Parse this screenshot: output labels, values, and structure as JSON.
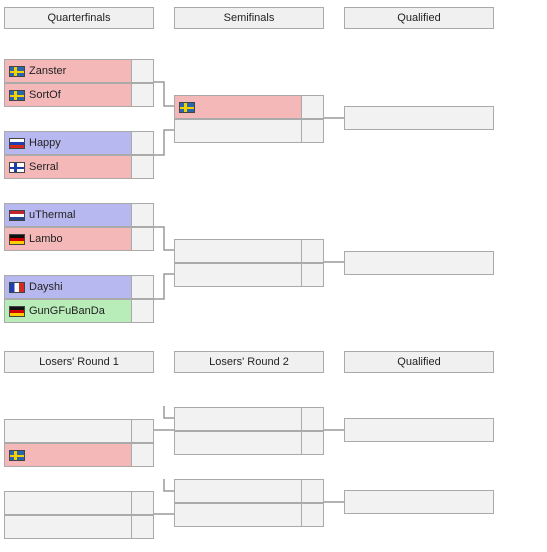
{
  "headers": {
    "quarterfinals": "Quarterfinals",
    "semifinals": "Semifinals",
    "qualified_top": "Qualified",
    "losers_round_1": "Losers' Round 1",
    "losers_round_2": "Losers' Round 2",
    "qualified_bottom": "Qualified"
  },
  "quarterfinals": [
    {
      "player": "Zanster",
      "flag": "sweden-flag-icon",
      "color": "#f4b8b8"
    },
    {
      "player": "SortOf",
      "flag": "sweden-flag-icon",
      "color": "#f4b8b8"
    },
    {
      "player": "Happy",
      "flag": "russia-flag-icon",
      "color": "#b8b8f0"
    },
    {
      "player": "Serral",
      "flag": "finland-flag-icon",
      "color": "#f4b8b8"
    },
    {
      "player": "uThermal",
      "flag": "netherlands-flag-icon",
      "color": "#b8b8f0"
    },
    {
      "player": "Lambo",
      "flag": "germany-flag-icon",
      "color": "#f4b8b8"
    },
    {
      "player": "Dayshi",
      "flag": "france-flag-icon",
      "color": "#b8b8f0"
    },
    {
      "player": "GunGFuBanDa",
      "flag": "germany-flag-icon",
      "color": "#b8ecb8"
    }
  ],
  "semifinals": [
    {
      "player": "",
      "flag": "sweden-flag-icon",
      "color": "#f4b8b8"
    }
  ],
  "losers_round_1": [
    {
      "player": "",
      "flag": "sweden-flag-icon",
      "color": "#f4b8b8"
    }
  ]
}
